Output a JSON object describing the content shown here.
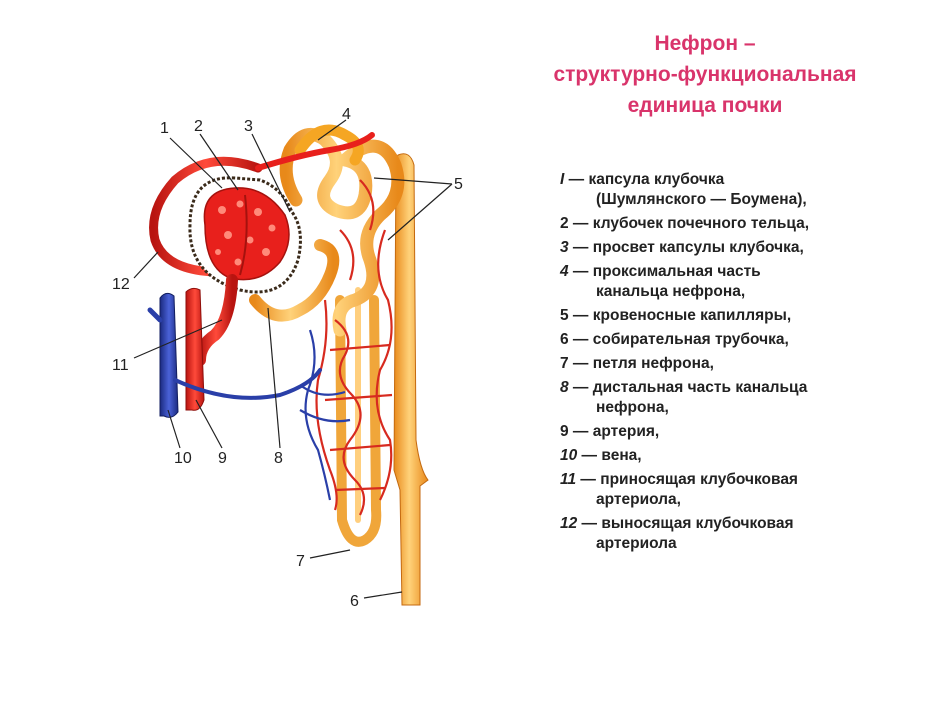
{
  "title": {
    "line1": "Нефрон –",
    "line2": "структурно-функциональная",
    "line3": "единица  почки"
  },
  "callouts": {
    "c1": "1",
    "c2": "2",
    "c3": "3",
    "c4": "4",
    "c5": "5",
    "c6": "6",
    "c7": "7",
    "c8": "8",
    "c9": "9",
    "c10": "10",
    "c11": "11",
    "c12": "12"
  },
  "legend": [
    {
      "num": "I",
      "text": "капсула клубочка",
      "cont": "(Шумлянского — Боумена),",
      "italic": true
    },
    {
      "num": "2",
      "text": "клубочек почечного тельца,",
      "cont": "",
      "italic": false
    },
    {
      "num": "3",
      "text": "просвет капсулы клубочка,",
      "cont": "",
      "italic": true
    },
    {
      "num": "4",
      "text": "проксимальная часть",
      "cont": "канальца нефрона,",
      "italic": true
    },
    {
      "num": "5",
      "text": "кровеносные капилляры,",
      "cont": "",
      "italic": false
    },
    {
      "num": "6",
      "text": "собирательная трубочка,",
      "cont": "",
      "italic": false
    },
    {
      "num": "7",
      "text": "петля нефрона,",
      "cont": "",
      "italic": false
    },
    {
      "num": "8",
      "text": "дистальная часть канальца",
      "cont": "нефрона,",
      "italic": true
    },
    {
      "num": "9",
      "text": "артерия,",
      "cont": "",
      "italic": false
    },
    {
      "num": "10",
      "text": "вена,",
      "cont": "",
      "italic": true
    },
    {
      "num": "11",
      "text": "приносящая клубочковая",
      "cont": "артериола,",
      "italic": true
    },
    {
      "num": "12",
      "text": "выносящая клубочковая",
      "cont": "артериола",
      "italic": true
    }
  ],
  "colors": {
    "tubule": "#f5a623",
    "tubule_light": "#ffd27a",
    "artery": "#e8201c",
    "vein": "#2a3fa8",
    "title": "#d9346b"
  }
}
